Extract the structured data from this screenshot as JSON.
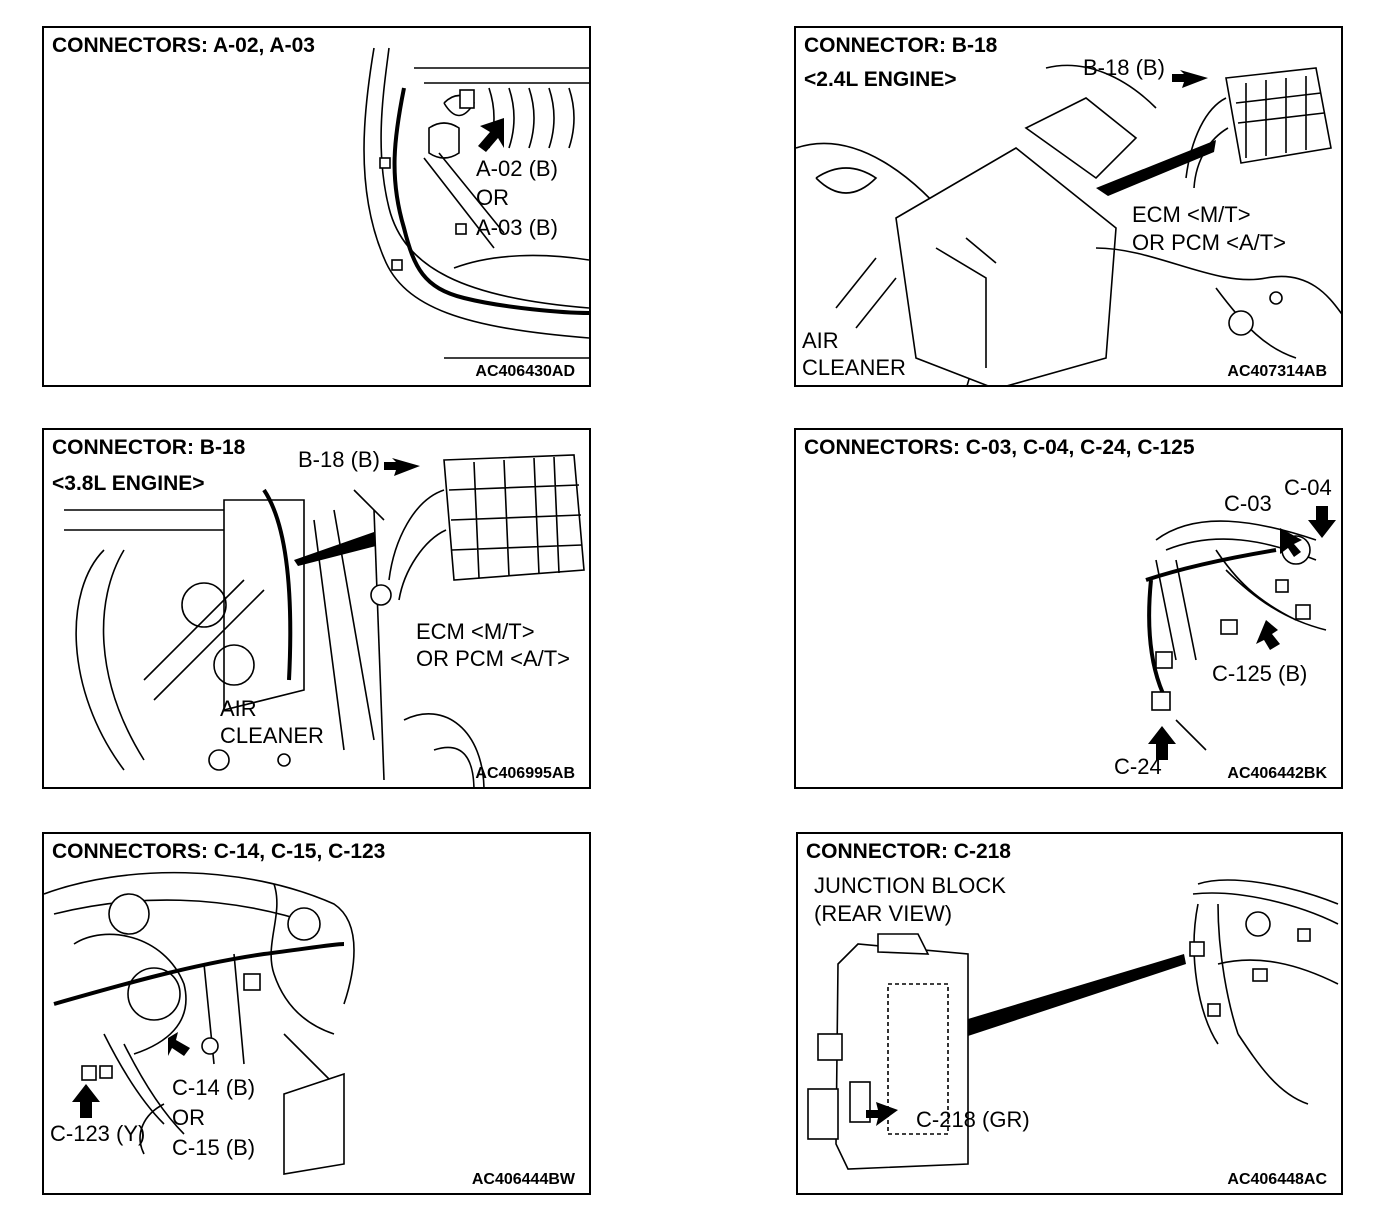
{
  "panels": [
    {
      "title": "CONNECTORS: A-02, A-03",
      "labels": [
        "A-02 (B)",
        "OR",
        "A-03 (B)"
      ],
      "code": "AC406430AD"
    },
    {
      "title": "CONNECTOR: B-18",
      "subtitle": "<2.4L ENGINE>",
      "labels": [
        "B-18 (B)",
        "ECM <M/T>",
        "OR PCM <A/T>",
        "AIR",
        "CLEANER"
      ],
      "code": "AC407314AB"
    },
    {
      "title": "CONNECTOR: B-18",
      "subtitle": "<3.8L ENGINE>",
      "labels": [
        "B-18 (B)",
        "ECM <M/T>",
        "OR PCM <A/T>",
        "AIR",
        "CLEANER"
      ],
      "code": "AC406995AB"
    },
    {
      "title": "CONNECTORS: C-03, C-04, C-24, C-125",
      "labels": [
        "C-03",
        "C-04",
        "C-125 (B)",
        "C-24"
      ],
      "code": "AC406442BK"
    },
    {
      "title": "CONNECTORS: C-14, C-15, C-123",
      "labels": [
        "C-14 (B)",
        "OR",
        "C-15 (B)",
        "C-123 (Y)"
      ],
      "code": "AC406444BW"
    },
    {
      "title": "CONNECTOR: C-218",
      "labels": [
        "JUNCTION BLOCK",
        "(REAR VIEW)",
        "C-218 (GR)"
      ],
      "code": "AC406448AC"
    }
  ]
}
